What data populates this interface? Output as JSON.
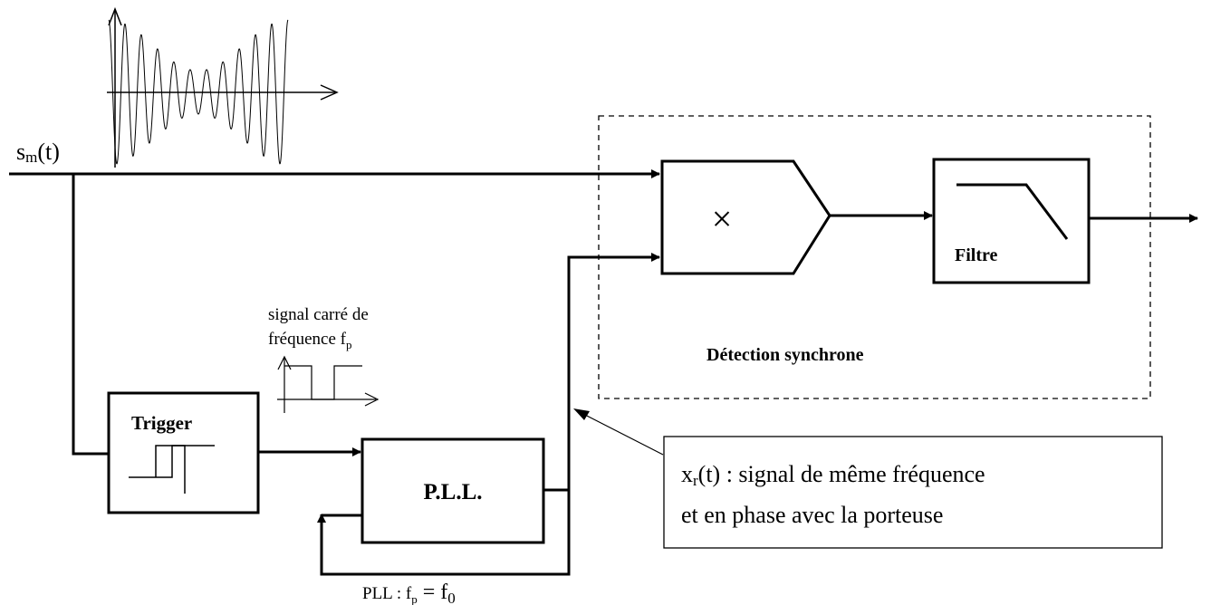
{
  "input_signal": {
    "base": "s",
    "sub": "m",
    "tail": "(t)"
  },
  "square_label": {
    "line1": "signal carré de",
    "line2_base": "fréquence f",
    "line2_sub": "p"
  },
  "blocks": {
    "trigger": "Trigger",
    "pll": "P.L.L.",
    "multiplier_symbol": "×",
    "filter": "Filtre"
  },
  "sync_detection_label": "Détection synchrone",
  "reference_note": {
    "line1_base": "x",
    "line1_sub": "r",
    "line1_tail": "(t) : signal de même fréquence",
    "line2": "et en phase avec la porteuse"
  },
  "pll_condition": {
    "prefix": "PLL : f",
    "sub1": "p",
    "mid": " = f",
    "sub2": "0"
  }
}
